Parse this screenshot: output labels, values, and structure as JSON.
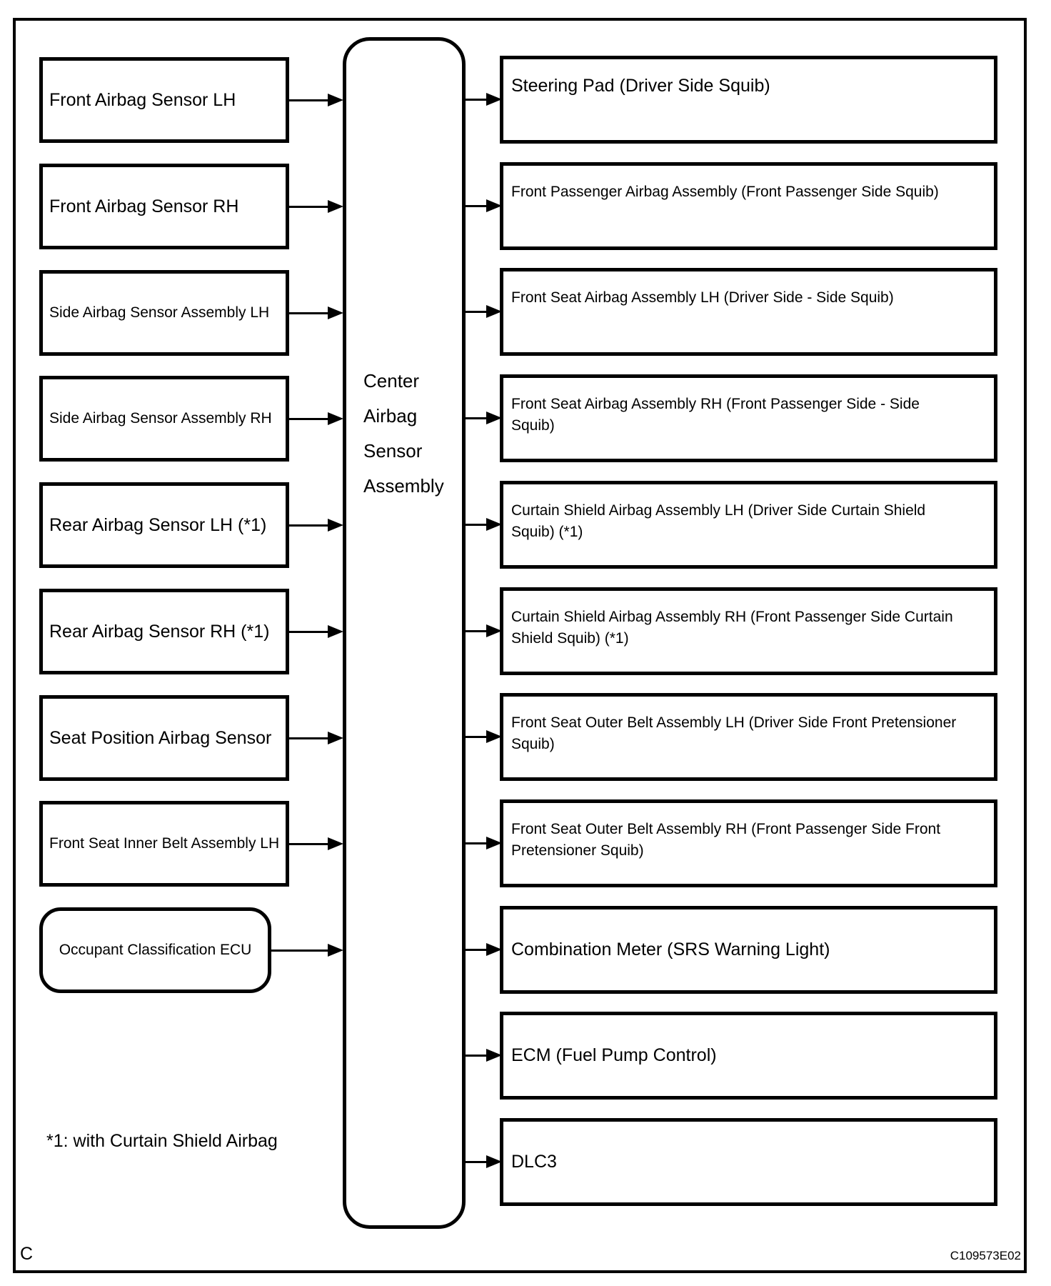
{
  "diagram": {
    "title_semantics": "SRS airbag system block diagram",
    "center_node": {
      "label": "Center Airbag Sensor Assembly"
    },
    "left_nodes": [
      {
        "label": "Front Airbag Sensor LH"
      },
      {
        "label": "Front Airbag Sensor RH"
      },
      {
        "label": "Side Airbag Sensor Assembly LH"
      },
      {
        "label": "Side Airbag Sensor Assembly RH"
      },
      {
        "label": "Rear Airbag Sensor LH (*1)"
      },
      {
        "label": "Rear Airbag Sensor RH (*1)"
      },
      {
        "label": "Seat Position Airbag Sensor"
      },
      {
        "label": "Front Seat Inner Belt Assembly LH"
      },
      {
        "label": "Occupant Classification ECU"
      }
    ],
    "right_nodes": [
      {
        "label": "Steering Pad (Driver Side Squib)"
      },
      {
        "label": "Front Passenger Airbag Assembly (Front Passenger Side Squib)"
      },
      {
        "label": "Front Seat Airbag Assembly LH (Driver Side - Side Squib)"
      },
      {
        "label": "Front Seat Airbag Assembly RH (Front Passenger Side - Side\nSquib)"
      },
      {
        "label": "Curtain Shield Airbag Assembly LH (Driver Side Curtain Shield\nSquib) (*1)"
      },
      {
        "label": "Curtain Shield Airbag Assembly RH (Front Passenger Side Curtain\nShield Squib) (*1)"
      },
      {
        "label": "Front Seat Outer Belt Assembly LH (Driver Side Front Pretensioner\nSquib)"
      },
      {
        "label": "Front Seat Outer Belt Assembly RH (Front Passenger Side Front\nPretensioner Squib)"
      },
      {
        "label": "Combination Meter (SRS Warning Light)"
      },
      {
        "label": "ECM (Fuel Pump Control)"
      },
      {
        "label": "DLC3"
      }
    ],
    "footnote": "*1: with Curtain Shield Airbag",
    "page_letter": "C",
    "figure_code": "C109573E02",
    "colors": {
      "line": "#000000",
      "background": "#ffffff",
      "text": "#000000"
    }
  }
}
